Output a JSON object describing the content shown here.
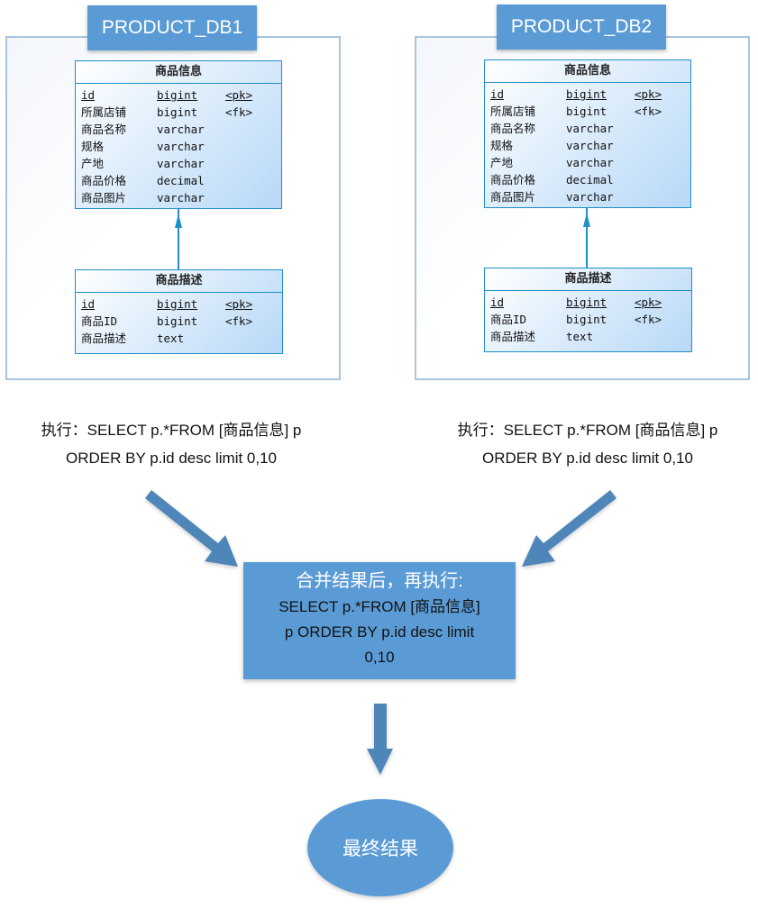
{
  "databases": [
    {
      "name": "PRODUCT_DB1",
      "tables": {
        "product_info": {
          "title": "商品信息",
          "columns": [
            {
              "name": "id",
              "type": "bigint",
              "key": "<pk>",
              "underline": true
            },
            {
              "name": "所属店铺",
              "type": "bigint",
              "key": "<fk>",
              "underline": false
            },
            {
              "name": "商品名称",
              "type": "varchar",
              "key": "",
              "underline": false
            },
            {
              "name": "规格",
              "type": "varchar",
              "key": "",
              "underline": false
            },
            {
              "name": "产地",
              "type": "varchar",
              "key": "",
              "underline": false
            },
            {
              "name": "商品价格",
              "type": "decimal",
              "key": "",
              "underline": false
            },
            {
              "name": "商品图片",
              "type": "varchar",
              "key": "",
              "underline": false
            }
          ]
        },
        "product_desc": {
          "title": "商品描述",
          "columns": [
            {
              "name": "id",
              "type": "bigint",
              "key": "<pk>",
              "underline": true
            },
            {
              "name": "商品ID",
              "type": "bigint",
              "key": "<fk>",
              "underline": false
            },
            {
              "name": "商品描述",
              "type": "text",
              "key": "",
              "underline": false
            }
          ]
        }
      },
      "exec_line1": "执行：SELECT p.*FROM [商品信息] p",
      "exec_line2": "ORDER BY p.id desc limit 0,10"
    },
    {
      "name": "PRODUCT_DB2",
      "tables": {
        "product_info": {
          "title": "商品信息",
          "columns": [
            {
              "name": "id",
              "type": "bigint",
              "key": "<pk>",
              "underline": true
            },
            {
              "name": "所属店铺",
              "type": "bigint",
              "key": "<fk>",
              "underline": false
            },
            {
              "name": "商品名称",
              "type": "varchar",
              "key": "",
              "underline": false
            },
            {
              "name": "规格",
              "type": "varchar",
              "key": "",
              "underline": false
            },
            {
              "name": "产地",
              "type": "varchar",
              "key": "",
              "underline": false
            },
            {
              "name": "商品价格",
              "type": "decimal",
              "key": "",
              "underline": false
            },
            {
              "name": "商品图片",
              "type": "varchar",
              "key": "",
              "underline": false
            }
          ]
        },
        "product_desc": {
          "title": "商品描述",
          "columns": [
            {
              "name": "id",
              "type": "bigint",
              "key": "<pk>",
              "underline": true
            },
            {
              "name": "商品ID",
              "type": "bigint",
              "key": "<fk>",
              "underline": false
            },
            {
              "name": "商品描述",
              "type": "text",
              "key": "",
              "underline": false
            }
          ]
        }
      },
      "exec_line1": "执行：SELECT p.*FROM [商品信息] p",
      "exec_line2": "ORDER BY p.id desc limit 0,10"
    }
  ],
  "merge": {
    "title": "合并结果后，再执行:",
    "sql_line1": "SELECT p.*FROM [商品信息]",
    "sql_line2": "p ORDER BY p.id desc limit",
    "sql_line3": "0,10"
  },
  "final": {
    "label": "最终结果"
  },
  "colors": {
    "accent_blue": "#5b9bd5",
    "arrow_blue": "#4f86ba",
    "entity_border": "#1f8fc8",
    "frame_border": "#a8c4de"
  }
}
